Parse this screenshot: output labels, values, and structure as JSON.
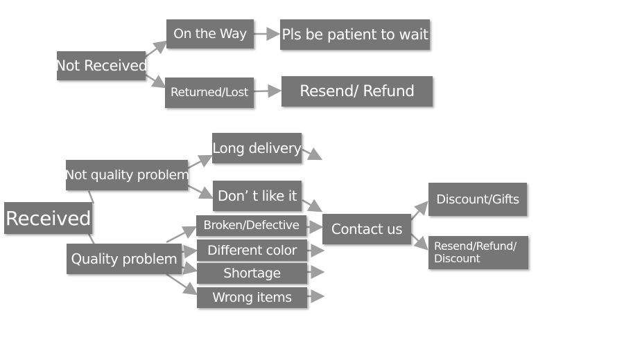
{
  "colors": {
    "box": "#767676",
    "text": "#ffffff",
    "arrow": "#9e9e9e"
  },
  "nodes": {
    "not_received": "Not Received",
    "on_the_way": "On the Way",
    "patient": "Pls be patient to wait",
    "returned_lost": "Returned/Lost",
    "resend_refund": "Resend/ Refund",
    "received": "Received",
    "not_quality": "Not quality problem",
    "long_delivery": "Long delivery",
    "dont_like": "Don’ t like it",
    "quality": "Quality problem",
    "broken": "Broken/Defective",
    "different_color": "Different color",
    "shortage": "Shortage",
    "wrong_items": "Wrong items",
    "contact_us": "Contact us",
    "discount_gifts": "Discount/Gifts",
    "resend_refund_discount": "Resend/Refund/ Discount"
  }
}
